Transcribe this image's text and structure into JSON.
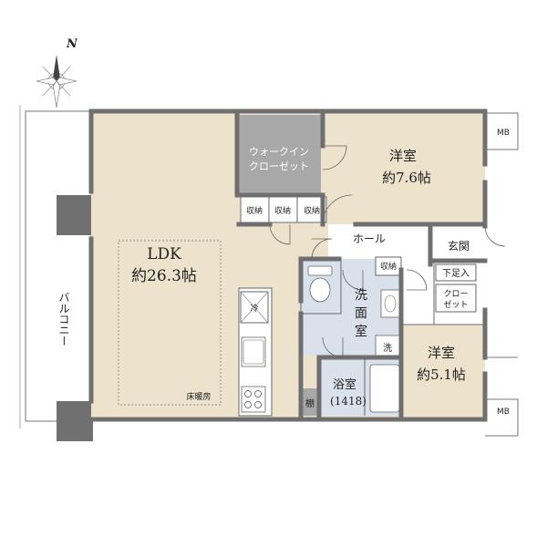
{
  "compass": {
    "north_label": "N"
  },
  "rooms": {
    "ldk": {
      "name": "LDK",
      "area": "約26.3帖",
      "floor_heating": "床暖房"
    },
    "western_large": {
      "name": "洋室",
      "area": "約7.6帖"
    },
    "western_small": {
      "name": "洋室",
      "area": "約5.1帖"
    },
    "walk_in": {
      "line1": "ウォークイン",
      "line2": "クローゼット"
    },
    "hall": {
      "name": "ホール"
    },
    "entrance": {
      "name": "玄関"
    },
    "shoe_closet": {
      "name": "下足入"
    },
    "entrance_closet": {
      "line1": "クロー",
      "line2": "ゼット"
    },
    "washroom": {
      "line1": "洗",
      "line2": "面",
      "line3": "室"
    },
    "washer": {
      "name": "洗"
    },
    "bath": {
      "name": "浴室",
      "size": "(1418)"
    },
    "shelf": {
      "name": "棚"
    },
    "fridge": {
      "name": "冷"
    }
  },
  "storage": [
    "収納",
    "収納",
    "収納",
    "収納"
  ],
  "balcony": {
    "label": "バルコニー"
  },
  "meter_boxes": [
    "MB",
    "MB"
  ],
  "colors": {
    "floor": "#ede2cc",
    "wall": "#707070",
    "closet": "#a8a8a8",
    "wet_area": "#d9e1ea",
    "white": "#ffffff"
  }
}
